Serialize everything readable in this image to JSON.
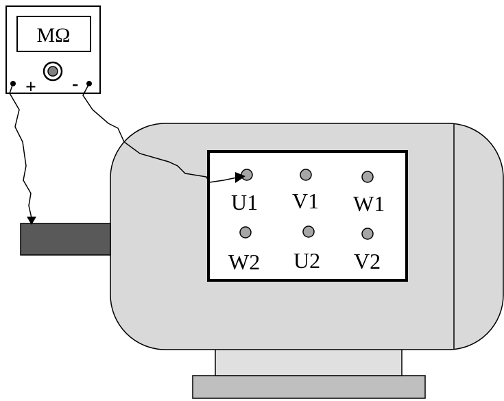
{
  "meter": {
    "display_label": "MΩ",
    "plus_label": "+",
    "minus_label": "-"
  },
  "terminals": {
    "top_row": [
      "U1",
      "V1",
      "W1"
    ],
    "bottom_row": [
      "W2",
      "U2",
      "V2"
    ]
  },
  "colors": {
    "motor_body": "#d9d9d9",
    "shaft": "#595959",
    "feet": "#bfbfbf",
    "terminal_dot": "#a6a6a6",
    "stroke": "#000000"
  }
}
